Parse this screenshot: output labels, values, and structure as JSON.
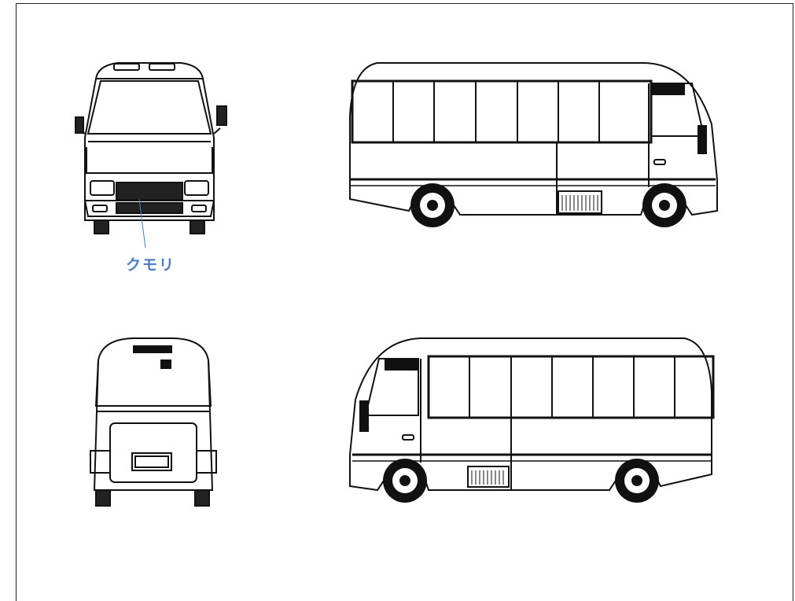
{
  "annotation": {
    "label": "クモリ",
    "color": "#4a7cc4"
  },
  "views": [
    "front-view",
    "left-side-view",
    "rear-view",
    "right-side-view"
  ],
  "colors": {
    "line": "#111111",
    "background": "#ffffff"
  }
}
